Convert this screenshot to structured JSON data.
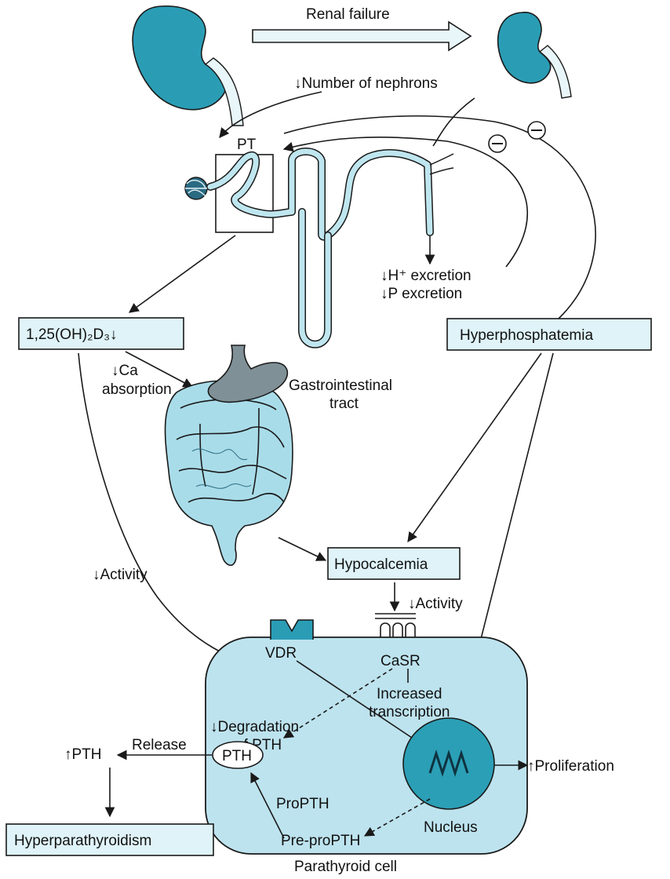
{
  "colors": {
    "kidney": "#2a9db5",
    "kidney_dark": "#1b6f82",
    "tubule": "#bfe6ef",
    "box_fill": "#dff3f8",
    "cell_fill": "#bde3ee",
    "nucleus": "#2b9fb6",
    "intestine": "#a9dce9",
    "stomach": "#7f9096"
  },
  "labels": {
    "renal_failure": "Renal failure",
    "number_of_nephrons": "↓Number of nephrons",
    "pt": "PT",
    "h_excretion": "↓H⁺ excretion",
    "p_excretion": "↓P excretion",
    "vitamin_d": "1,25(OH)₂D₃↓",
    "hyperphosphatemia": "Hyperphosphatemia",
    "ca_absorption_1": "↓Ca",
    "ca_absorption_2": "absorption",
    "gi_tract_1": "Gastrointestinal",
    "gi_tract_2": "tract",
    "hypocalcemia": "Hypocalcemia",
    "activity_left": "↓Activity",
    "activity_right": "↓Activity",
    "vdr": "VDR",
    "casr": "CaSR",
    "increased_1": "Increased",
    "increased_2": "transcription",
    "degradation_1": "↓Degradation",
    "degradation_2": "of PTH",
    "pth_vesicle": "PTH",
    "release": "Release",
    "up_pth": "↑PTH",
    "hyperparathyroidism": "Hyperparathyroidism",
    "propth": "ProPTH",
    "pre_propth": "Pre-proPTH",
    "nucleus": "Nucleus",
    "proliferation": "↑Proliferation",
    "parathyroid_cell": "Parathyroid cell",
    "minus_1": "−",
    "minus_2": "−"
  },
  "icons": {
    "kidney_healthy": "kidney-icon",
    "kidney_failing": "small-kidney-icon",
    "glomerulus": "glomerulus-icon",
    "nephron": "nephron-tubule-icon",
    "intestine": "intestine-icon",
    "stomach": "stomach-icon",
    "vdr_receptor": "vdr-receptor-icon",
    "casr_receptor": "casr-receptor-icon",
    "dna": "dna-icon"
  }
}
